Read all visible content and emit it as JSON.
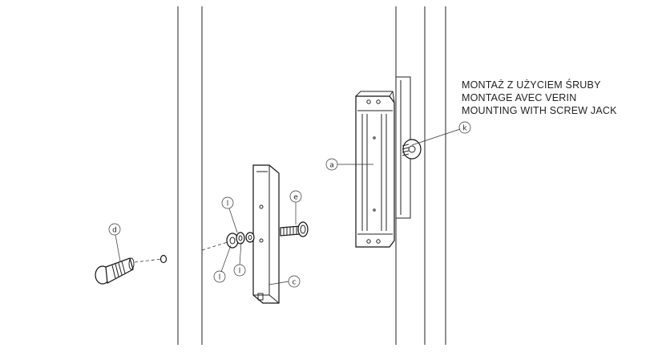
{
  "title_lines": [
    "MONTAŻ Z UŻYCIEM ŚRUBY",
    "MONTAGE AVEC VERIN",
    "MOUNTING WITH SCREW JACK"
  ],
  "callouts": {
    "a": "a",
    "c": "c",
    "d": "d",
    "e": "e",
    "k": "k",
    "l_top": "l",
    "l_left": "l",
    "l_right": "l"
  }
}
